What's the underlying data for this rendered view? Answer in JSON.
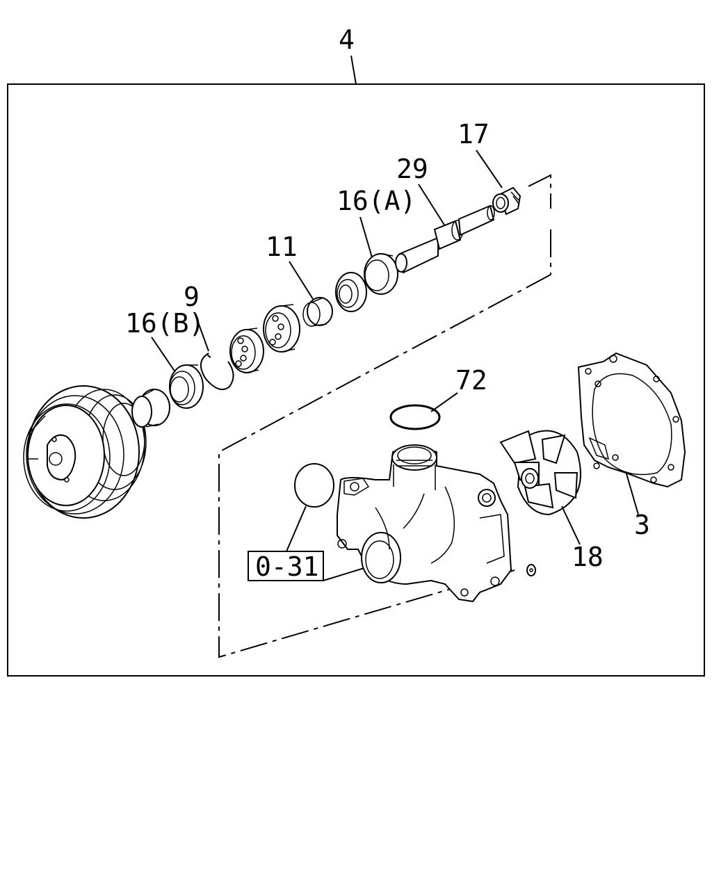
{
  "labels": {
    "assembly": "4",
    "nut": "17",
    "shaft": "29",
    "seal_a": "16(A)",
    "spacer": "11",
    "snap_ring": "9",
    "seal_b": "16(B)",
    "oring_top": "72",
    "gasket": "3",
    "impeller": "18",
    "ref_box": "0-31"
  }
}
